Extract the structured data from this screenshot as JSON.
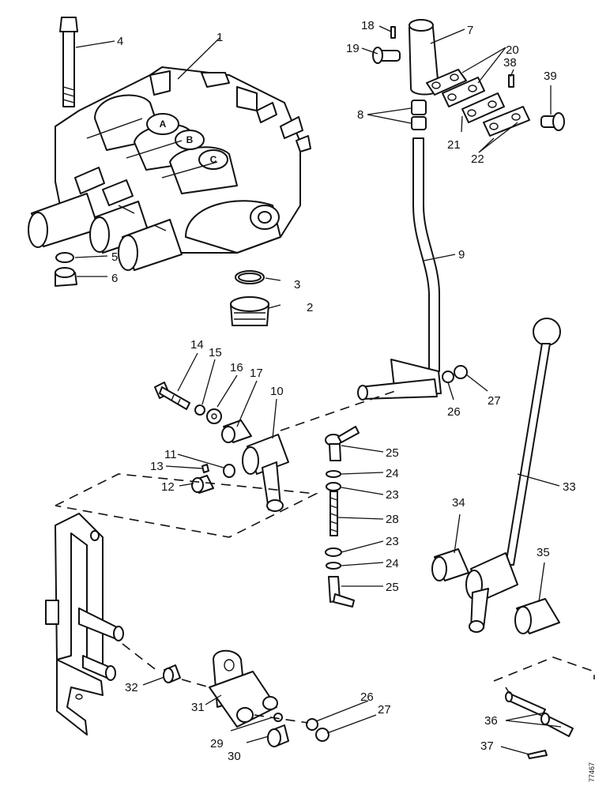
{
  "valve_labels": [
    "A",
    "B",
    "C"
  ],
  "callouts": [
    {
      "id": "1",
      "text": "1"
    },
    {
      "id": "2",
      "text": "2"
    },
    {
      "id": "3",
      "text": "3"
    },
    {
      "id": "4",
      "text": "4"
    },
    {
      "id": "5",
      "text": "5"
    },
    {
      "id": "6",
      "text": "6"
    },
    {
      "id": "7",
      "text": "7"
    },
    {
      "id": "8",
      "text": "8"
    },
    {
      "id": "9",
      "text": "9"
    },
    {
      "id": "10",
      "text": "10"
    },
    {
      "id": "11",
      "text": "11"
    },
    {
      "id": "12",
      "text": "12"
    },
    {
      "id": "13",
      "text": "13"
    },
    {
      "id": "14",
      "text": "14"
    },
    {
      "id": "15",
      "text": "15"
    },
    {
      "id": "16",
      "text": "16"
    },
    {
      "id": "17",
      "text": "17"
    },
    {
      "id": "18",
      "text": "18"
    },
    {
      "id": "19",
      "text": "19"
    },
    {
      "id": "20",
      "text": "20"
    },
    {
      "id": "21",
      "text": "21"
    },
    {
      "id": "22",
      "text": "22"
    },
    {
      "id": "23a",
      "text": "23"
    },
    {
      "id": "23b",
      "text": "23"
    },
    {
      "id": "24a",
      "text": "24"
    },
    {
      "id": "24b",
      "text": "24"
    },
    {
      "id": "25a",
      "text": "25"
    },
    {
      "id": "25b",
      "text": "25"
    },
    {
      "id": "26a",
      "text": "26"
    },
    {
      "id": "26b",
      "text": "26"
    },
    {
      "id": "27a",
      "text": "27"
    },
    {
      "id": "27b",
      "text": "27"
    },
    {
      "id": "28",
      "text": "28"
    },
    {
      "id": "29",
      "text": "29"
    },
    {
      "id": "30",
      "text": "30"
    },
    {
      "id": "31",
      "text": "31"
    },
    {
      "id": "32",
      "text": "32"
    },
    {
      "id": "33",
      "text": "33"
    },
    {
      "id": "34",
      "text": "34"
    },
    {
      "id": "35",
      "text": "35"
    },
    {
      "id": "36",
      "text": "36"
    },
    {
      "id": "37",
      "text": "37"
    },
    {
      "id": "38",
      "text": "38"
    },
    {
      "id": "39",
      "text": "39"
    }
  ],
  "drawing_ref": "77467"
}
